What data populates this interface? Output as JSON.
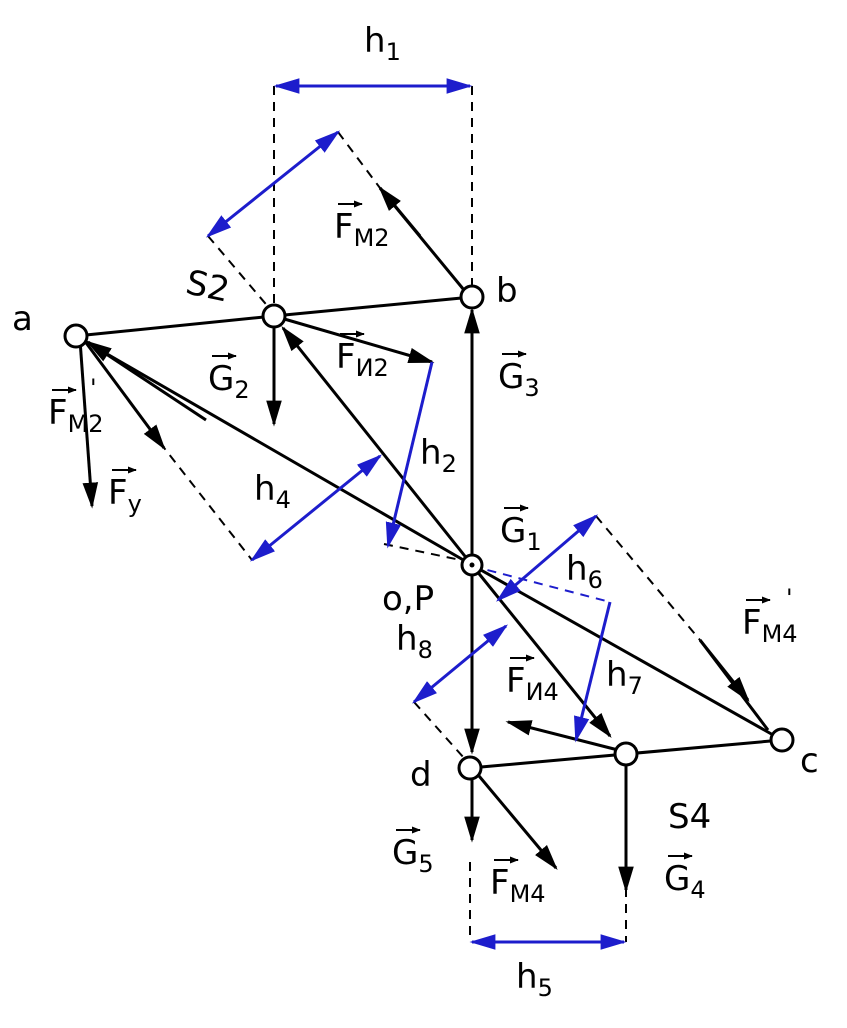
{
  "joints": {
    "a": "a",
    "b": "b",
    "c": "c",
    "d": "d",
    "S2": "S2",
    "S4": "S4",
    "op": "o,P"
  },
  "arms": {
    "h1": {
      "main": "h",
      "sub": "1"
    },
    "h2": {
      "main": "h",
      "sub": "2"
    },
    "h4": {
      "main": "h",
      "sub": "4"
    },
    "h5": {
      "main": "h",
      "sub": "5"
    },
    "h6": {
      "main": "h",
      "sub": "6"
    },
    "h7": {
      "main": "h",
      "sub": "7"
    },
    "h8": {
      "main": "h",
      "sub": "8"
    }
  },
  "forces": {
    "FM2_top": {
      "main": "F",
      "sub": "M2"
    },
    "FM2_prime": {
      "main": "F",
      "sub": "M2",
      "mark": "'"
    },
    "Fy": {
      "main": "F",
      "sub": "y"
    },
    "G2": {
      "main": "G",
      "sub": "2"
    },
    "FI2": {
      "main": "F",
      "sub": "И2"
    },
    "G3": {
      "main": "G",
      "sub": "3"
    },
    "G1": {
      "main": "G",
      "sub": "1"
    },
    "FM4_prime": {
      "main": "F",
      "sub": "M4",
      "mark": "'"
    },
    "FI4": {
      "main": "F",
      "sub": "И4"
    },
    "G5": {
      "main": "G",
      "sub": "5"
    },
    "FM4": {
      "main": "F",
      "sub": "M4"
    },
    "G4": {
      "main": "G",
      "sub": "4"
    }
  },
  "colors": {
    "links": "#000000",
    "arms": "#1d1dcc",
    "background": "#ffffff"
  }
}
